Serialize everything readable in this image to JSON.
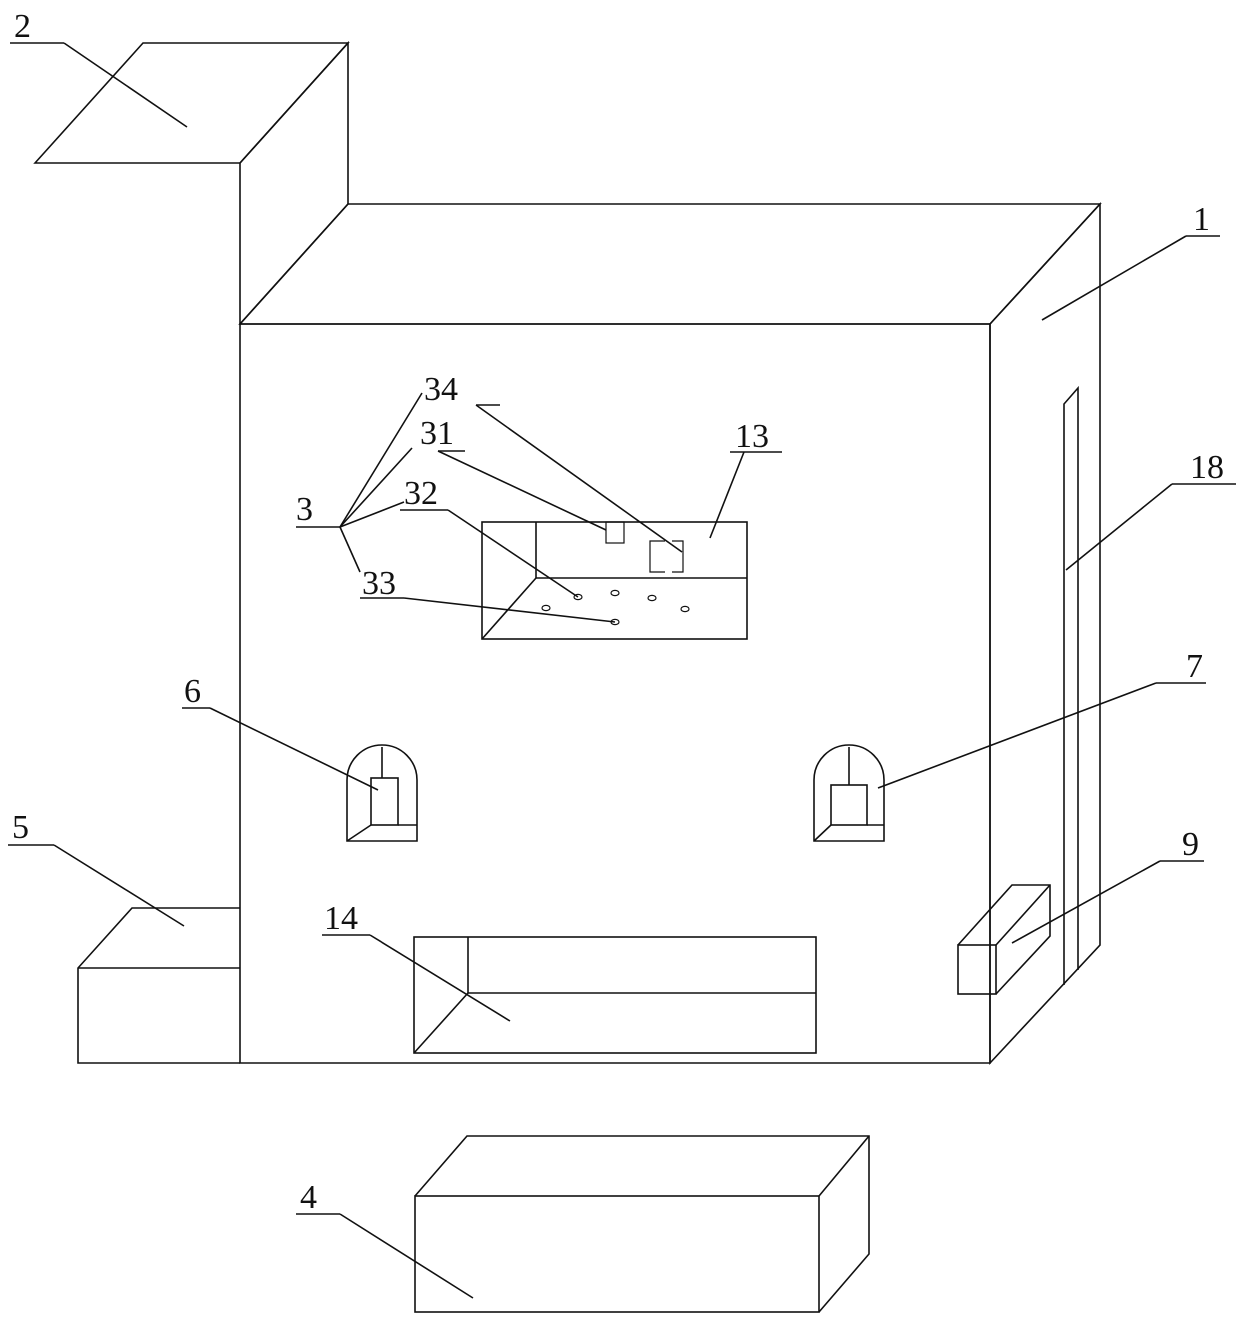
{
  "labels": {
    "l1": "1",
    "l2": "2",
    "l3": "3",
    "l4": "4",
    "l5": "5",
    "l6": "6",
    "l7": "7",
    "l9": "9",
    "l13": "13",
    "l14": "14",
    "l18": "18",
    "l31": "31",
    "l32": "32",
    "l33": "33",
    "l34": "34"
  }
}
